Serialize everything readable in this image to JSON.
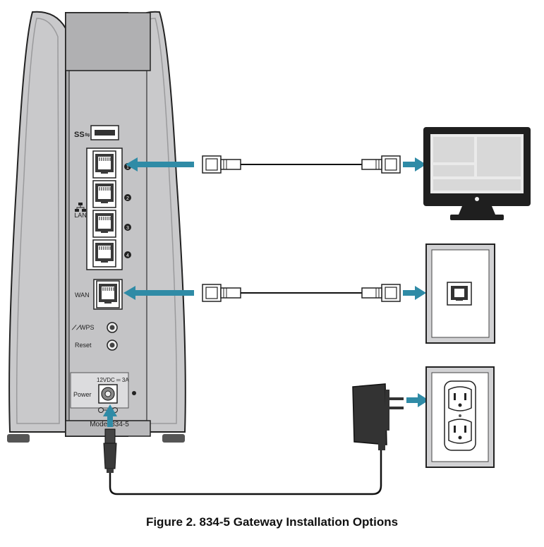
{
  "device": {
    "usb_label": "SS",
    "lan_label": "LAN",
    "wan_label": "WAN",
    "wps_label": "WPS",
    "reset_label": "Reset",
    "power_spec": "12VDC ═ 3A",
    "power_label": "Power",
    "model_label": "Model 834-5",
    "lan_port_numbers": [
      "1",
      "2",
      "3",
      "4"
    ]
  },
  "caption": "Figure 2. 834-5 Gateway Installation Options",
  "colors": {
    "arrow": "#2f8ba6",
    "device_body": "#c7c7c9",
    "device_panel": "#a9a9ab",
    "outline": "#222222"
  },
  "icons": [
    "usb-port-icon",
    "ethernet-port-icon",
    "computer-monitor-icon",
    "phone-wall-jack-icon",
    "power-outlet-icon",
    "power-adapter-icon"
  ]
}
